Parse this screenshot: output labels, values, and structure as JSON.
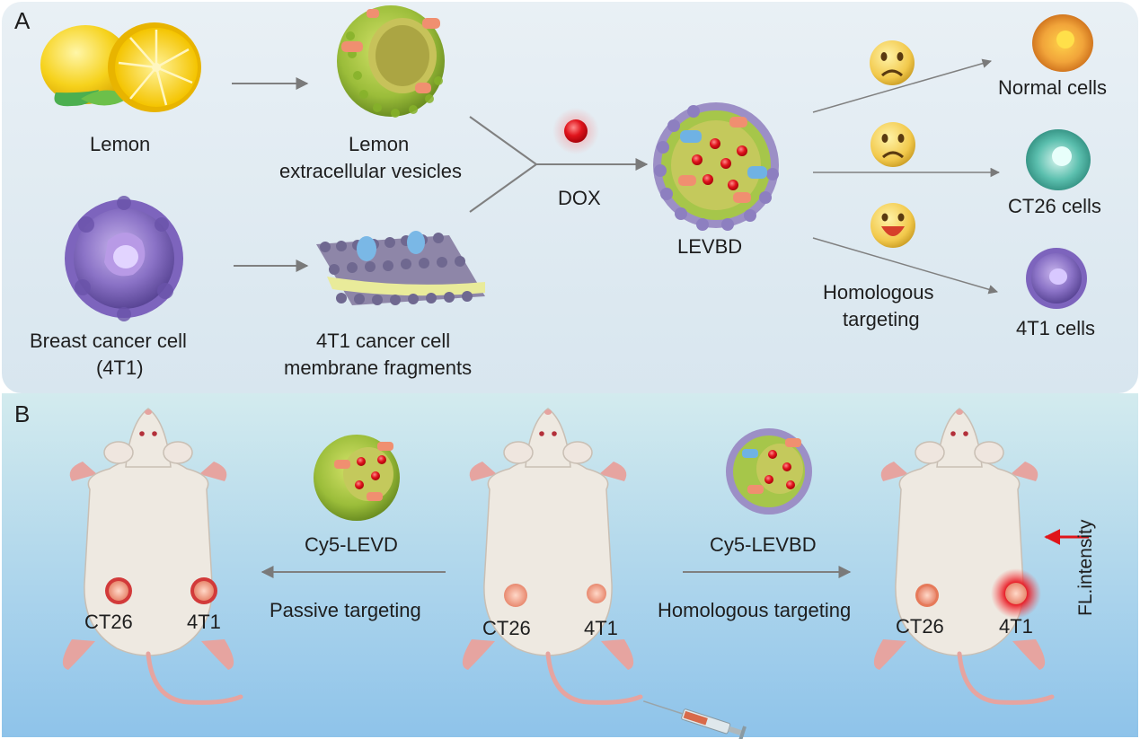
{
  "panel_a": {
    "letter": "A",
    "lemon": "Lemon",
    "lemon_ev_line1": "Lemon",
    "lemon_ev_line2": "extracellular vesicles",
    "breast_line1": "Breast cancer cell",
    "breast_line2": "(4T1)",
    "membrane_line1": "4T1 cancer cell",
    "membrane_line2": "membrane fragments",
    "dox": "DOX",
    "levbd": "LEVBD",
    "normal_cells": "Normal cells",
    "ct26_cells": "CT26 cells",
    "t41_cells": "4T1 cells",
    "homologous_line1": "Homologous",
    "homologous_line2": "targeting"
  },
  "panel_b": {
    "letter": "B",
    "cy5_levd": "Cy5-LEVD",
    "cy5_levbd": "Cy5-LEVBD",
    "passive_targeting": "Passive targeting",
    "homologous_targeting": "Homologous targeting",
    "tumor_left": "CT26",
    "tumor_right": "4T1",
    "fl_intensity": "FL.intensity"
  },
  "colors": {
    "panel_a_bg": "#dfeaf2",
    "panel_b_top": "#cde7ec",
    "panel_b_bottom": "#8fc6ea",
    "arrow": "#808080",
    "fl_arrow": "#e0151a"
  }
}
